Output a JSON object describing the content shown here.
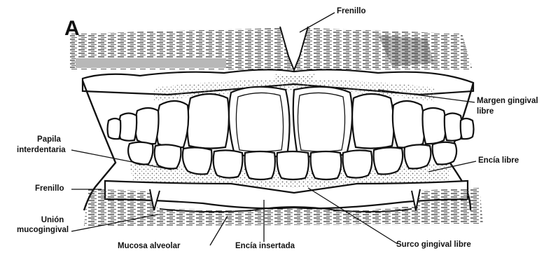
{
  "figure": {
    "panel_letter": "A",
    "labels": {
      "frenillo_top": "Frenillo",
      "margen_line1": "Margen gingival",
      "margen_line2": "libre",
      "encia_libre": "Encía libre",
      "papila_line1": "Papila",
      "papila_line2": "interdentaria",
      "frenillo_left": "Frenillo",
      "union_line1": "Unión",
      "union_line2": "mucogingival",
      "mucosa_alveolar": "Mucosa alveolar",
      "encia_insertada": "Encía insertada",
      "surco_gingival": "Surco gingival libre"
    },
    "colors": {
      "ink": "#111111",
      "stipple": "#555555",
      "highlight_bar": "#b8b8b8"
    }
  }
}
